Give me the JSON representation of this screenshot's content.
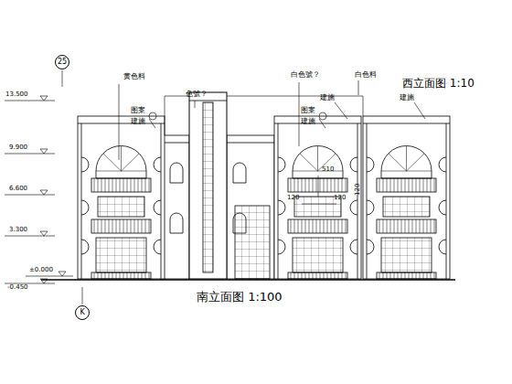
{
  "diagram": {
    "title": "南立面图 1:100",
    "nodes": [
      {
        "text": [
          "25"
        ]
      },
      {
        "text": [
          "K"
        ]
      }
    ],
    "labels": [
      "黄色料",
      "色號？",
      "白色號？",
      "白色料",
      "西立面图 1:10",
      "图案",
      "建施",
      "图案",
      "建施",
      "建施",
      "建施",
      "13.500",
      "9.900",
      "6.600",
      "3.300",
      "±0.000",
      "-0.450",
      "120",
      "120",
      "510",
      "120"
    ]
  }
}
